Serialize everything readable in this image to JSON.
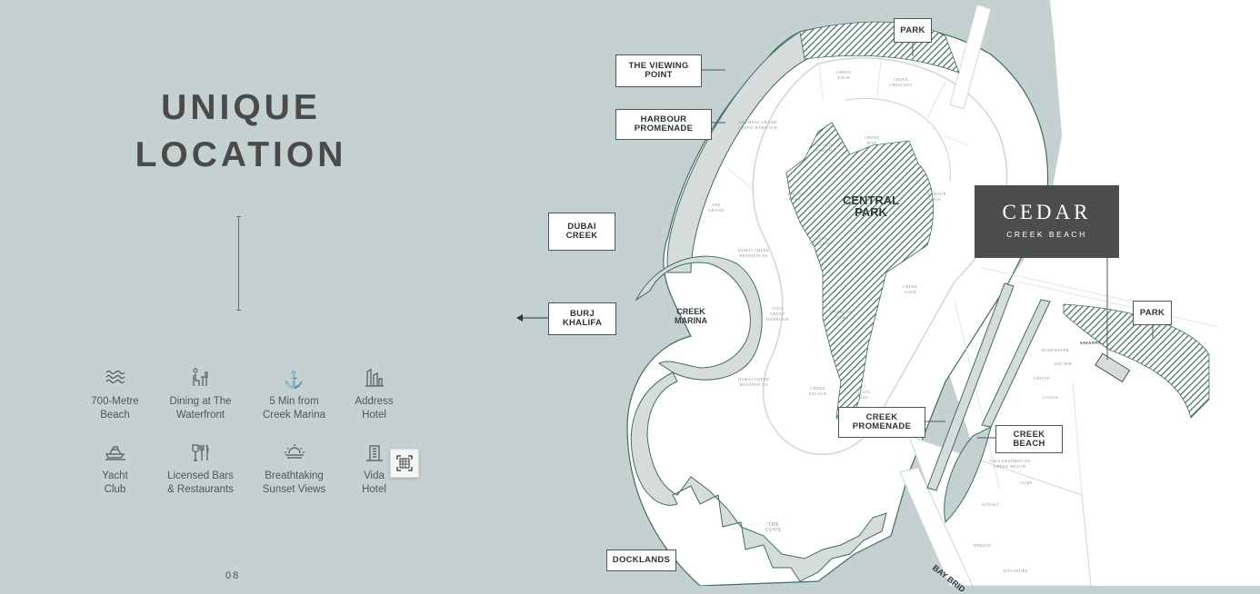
{
  "title": {
    "line1": "UNIQUE",
    "line2": "LOCATION"
  },
  "amenities": [
    {
      "icon": "waves-icon",
      "label": "700-Metre\nBeach"
    },
    {
      "icon": "dining-icon",
      "label": "Dining at The\nWaterfront"
    },
    {
      "icon": "anchor-icon",
      "label": "5 Min from\nCreek Marina"
    },
    {
      "icon": "building-icon",
      "label": "Address\nHotel"
    },
    {
      "icon": "yacht-icon",
      "label": "Yacht\nClub"
    },
    {
      "icon": "glass-icon",
      "label": "Licensed Bars\n& Restaurants"
    },
    {
      "icon": "sunset-icon",
      "label": "Breathtaking\nSunset Views"
    },
    {
      "icon": "hotel-icon",
      "label": "Vida\nHotel"
    }
  ],
  "page_number": "08",
  "map": {
    "callouts": {
      "park_top": "PARK",
      "viewing_point": "THE VIEWING\nPOINT",
      "harbour_promenade": "HARBOUR\nPROMENADE",
      "dubai_creek": "DUBAI\nCREEK",
      "burj_khalifa": "BURJ\nKHALIFA",
      "creek_promenade": "CREEK\nPROMENADE",
      "creek_beach": "CREEK\nBEACH",
      "park_right": "PARK",
      "docklands": "DOCKLANDS"
    },
    "areas": {
      "central_park": "CENTRAL\nPARK",
      "creek_marina": "CREEK\nMARINA"
    },
    "road_label": "BAY BRID",
    "small_labels": [
      "CREEK\nEDGE",
      "CREEK\nCRESCENT",
      "ADDRESS GRAND\nCREEK HARBOUR",
      "ISLAND\nPARK II",
      "CREEK\nRISE",
      "ISLAND\nPARK I",
      "HARBOUR\nGATE",
      "THE\nGRAND",
      "CREEK\nHORIZON",
      "DUBAI CREEK\nRESIDENCES",
      "VIDA\nCREEK\nHARBOUR",
      "HARBOUR\nVIEWS",
      "CREEK\nGATE",
      "DUBAI CREEK\nRESIDENCES",
      "CREEK\nPALACE",
      "17\nICON\nBAY",
      "ROSEWATER",
      "ORCHID",
      "SAVANNA",
      "GROVE",
      "LOTUS",
      "VIDA RESIDENCES\nCREEK BEACH",
      "SURF",
      "SUNSET",
      "BREEZE",
      "BAYSHORE",
      "THE\nCOVE"
    ]
  },
  "cedar": {
    "title": "CEDAR",
    "subtitle": "CREEK BEACH"
  },
  "colors": {
    "water": "#c5d0d0",
    "land": "#ffffff",
    "park_green": "#3d6e60",
    "cedar_box": "#4c4d4d",
    "text_dark": "#4a4a4a"
  }
}
